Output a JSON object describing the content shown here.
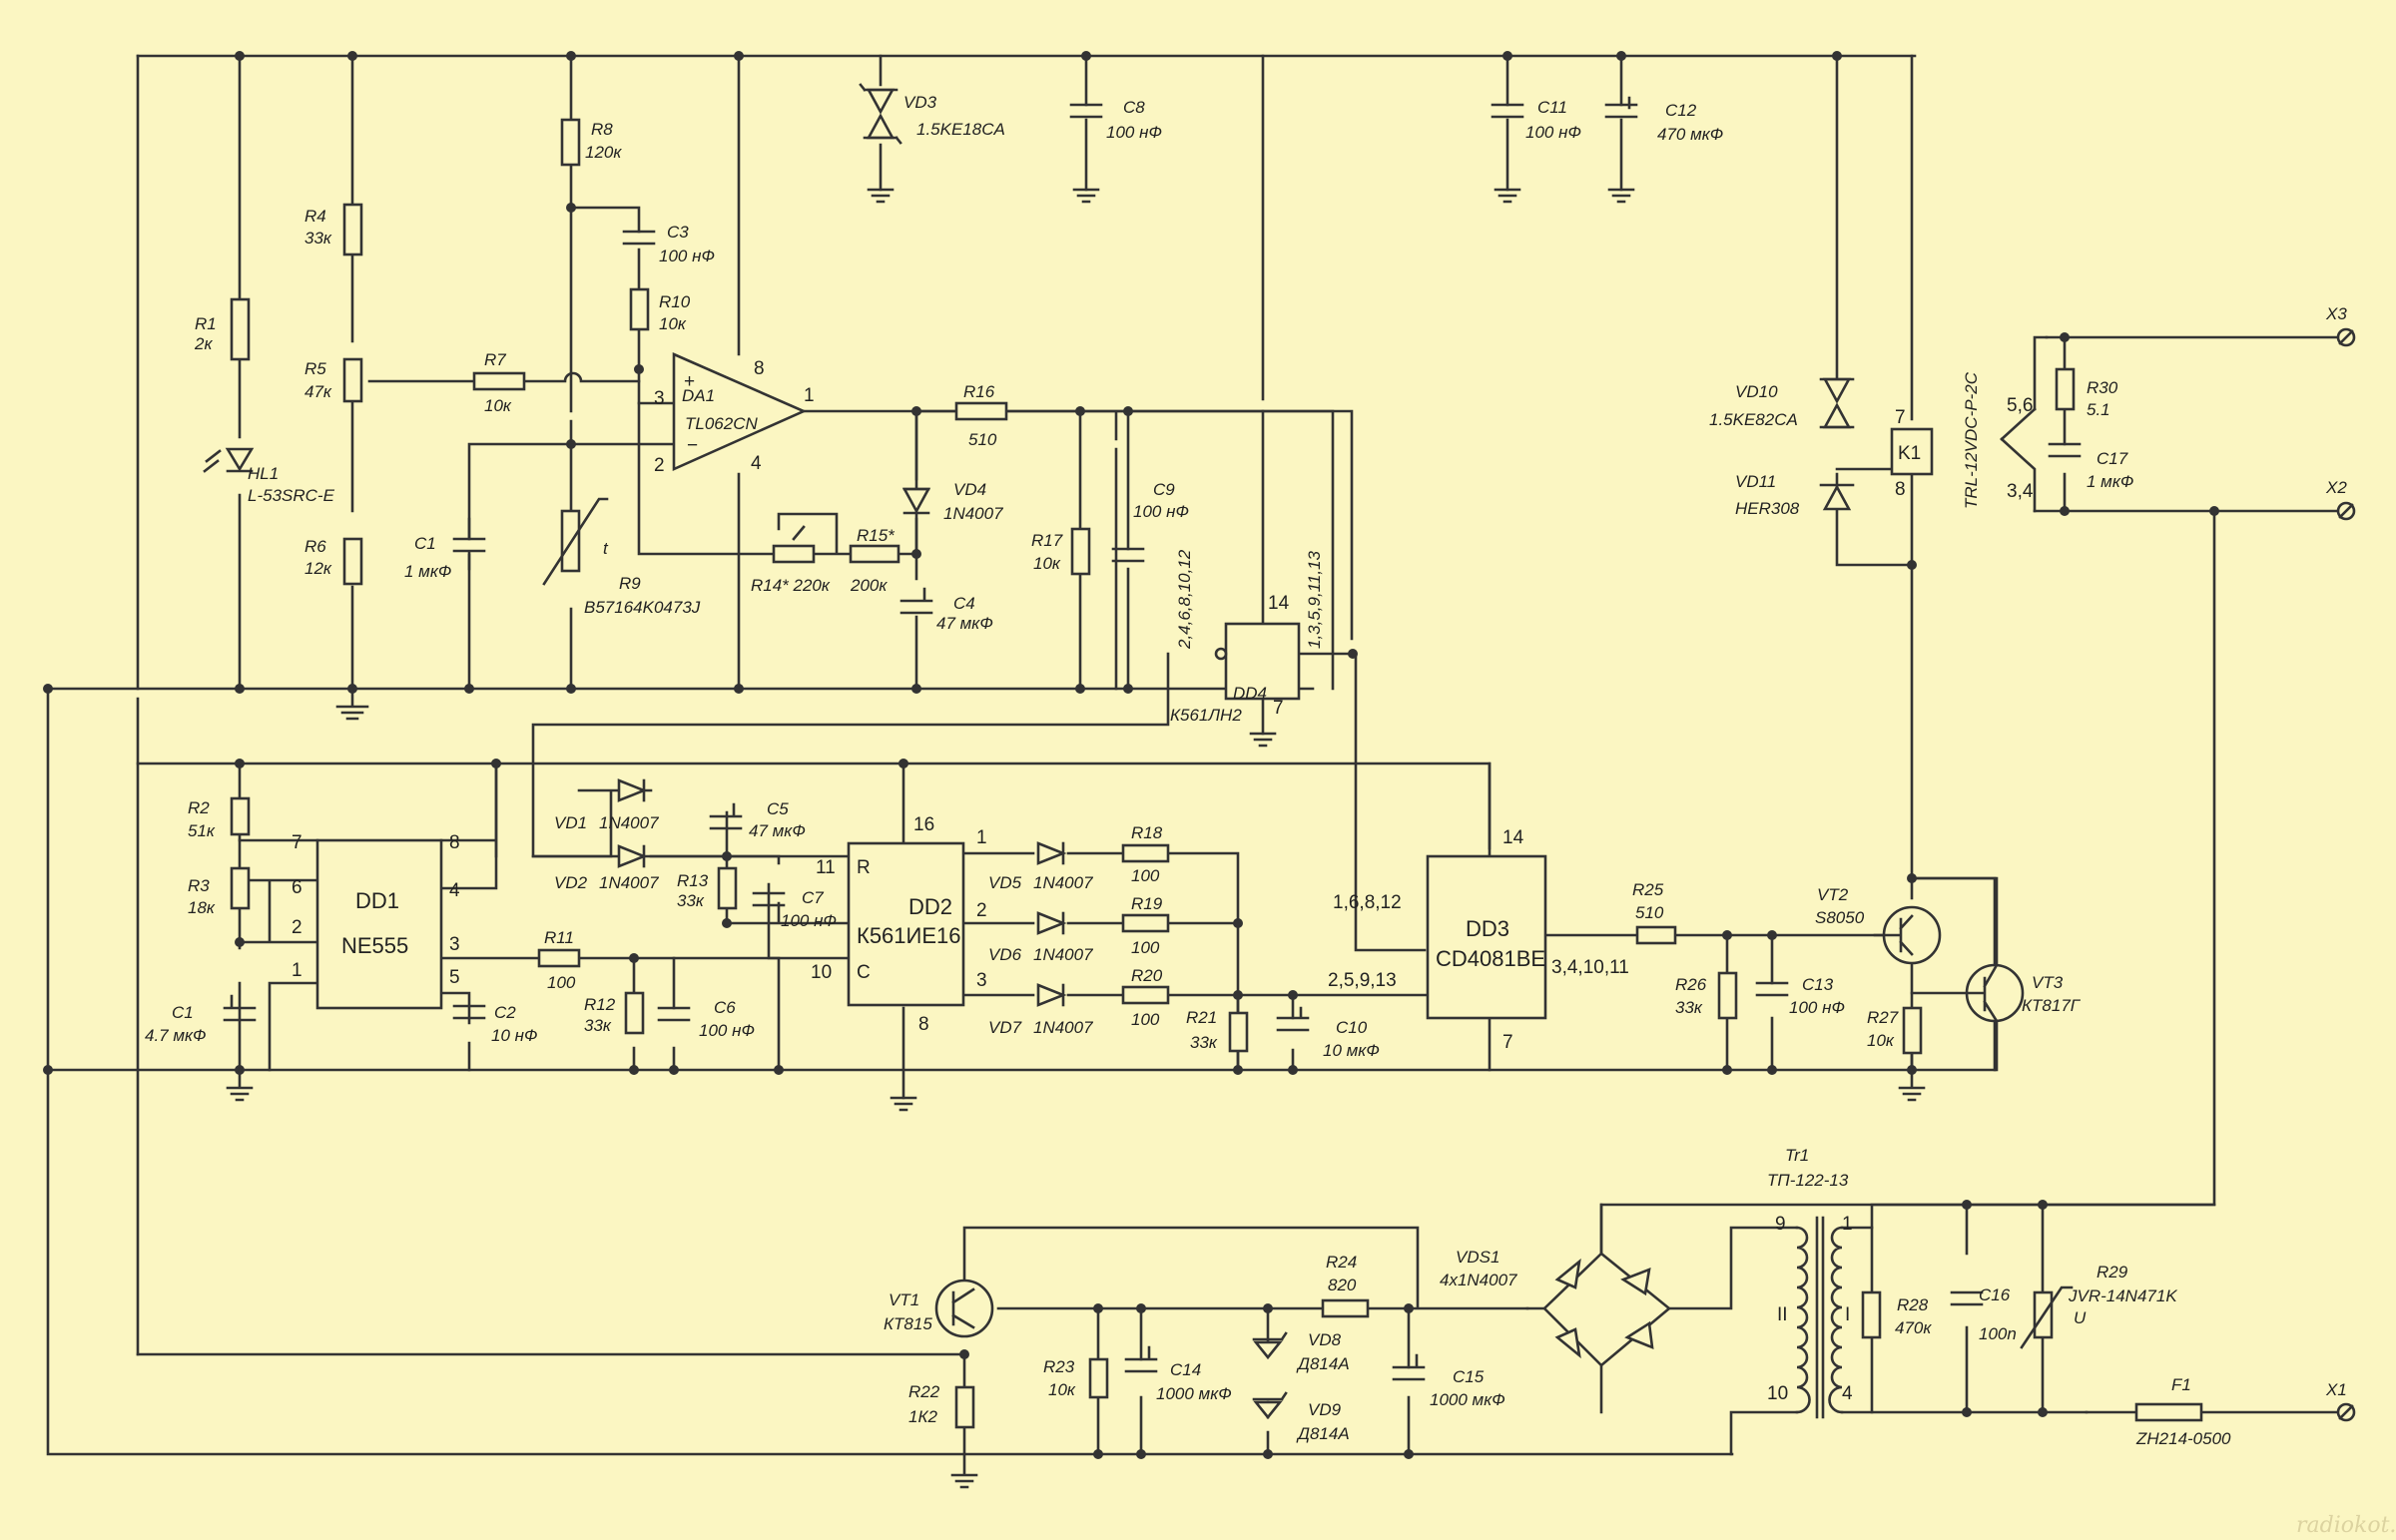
{
  "components": {
    "R1": [
      "R1",
      "2к"
    ],
    "R2": [
      "R2",
      "51к"
    ],
    "R3": [
      "R3",
      "18к"
    ],
    "R4": [
      "R4",
      "33к"
    ],
    "R5": [
      "R5",
      "47к"
    ],
    "R6": [
      "R6",
      "12к"
    ],
    "R7": [
      "R7",
      "10к"
    ],
    "R8": [
      "R8",
      "120к"
    ],
    "R9": [
      "R9",
      "B57164K0473J"
    ],
    "R10": [
      "R10",
      "10к"
    ],
    "R11": [
      "R11",
      "100"
    ],
    "R12": [
      "R12",
      "33к"
    ],
    "R13": [
      "R13",
      "33к"
    ],
    "R14": [
      "R14* 220к"
    ],
    "R15": [
      "R15*",
      "200к"
    ],
    "R16": [
      "R16",
      "510"
    ],
    "R17": [
      "R17",
      "10к"
    ],
    "R18": [
      "R18",
      "100"
    ],
    "R19": [
      "R19",
      "100"
    ],
    "R20": [
      "R20",
      "100"
    ],
    "R21": [
      "R21",
      "33к"
    ],
    "R22": [
      "R22",
      "1К2"
    ],
    "R23": [
      "R23",
      "10к"
    ],
    "R24": [
      "R24",
      "820"
    ],
    "R25": [
      "R25",
      "510"
    ],
    "R26": [
      "R26",
      "33к"
    ],
    "R27": [
      "R27",
      "10к"
    ],
    "R28": [
      "R28",
      "470к"
    ],
    "R29": [
      "R29",
      "JVR-14N471K"
    ],
    "R30": [
      "R30",
      "5.1"
    ],
    "C1a": [
      "C1",
      "1 мкФ"
    ],
    "C1b": [
      "C1",
      "4.7 мкФ"
    ],
    "C2": [
      "C2",
      "10 нФ"
    ],
    "C3": [
      "C3",
      "100 нФ"
    ],
    "C4": [
      "C4",
      "47 мкФ"
    ],
    "C5": [
      "C5",
      "47 мкФ"
    ],
    "C6": [
      "C6",
      "100 нФ"
    ],
    "C7": [
      "C7",
      "100 нФ"
    ],
    "C8": [
      "C8",
      "100 нФ"
    ],
    "C9": [
      "C9",
      "100 нФ"
    ],
    "C10": [
      "C10",
      "10 мкФ"
    ],
    "C11": [
      "C11",
      "100 нФ"
    ],
    "C12": [
      "C12",
      "470 мкФ"
    ],
    "C13": [
      "C13",
      "100 нФ"
    ],
    "C14": [
      "C14",
      "1000 мкФ"
    ],
    "C15": [
      "C15",
      "1000 мкФ"
    ],
    "C16": [
      "C16",
      "100n"
    ],
    "C17": [
      "C17",
      "1 мкФ"
    ],
    "VD1": [
      "VD1",
      "1N4007"
    ],
    "VD2": [
      "VD2",
      "1N4007"
    ],
    "VD3": [
      "VD3",
      "1.5KE18CA"
    ],
    "VD4": [
      "VD4",
      "1N4007"
    ],
    "VD5": [
      "VD5",
      "1N4007"
    ],
    "VD6": [
      "VD6",
      "1N4007"
    ],
    "VD7": [
      "VD7",
      "1N4007"
    ],
    "VD8": [
      "VD8",
      "Д814А"
    ],
    "VD9": [
      "VD9",
      "Д814А"
    ],
    "VD10": [
      "VD10",
      "1.5KE82CA"
    ],
    "VD11": [
      "VD11",
      "HER308"
    ],
    "VDS1": [
      "VDS1",
      "4x1N4007"
    ],
    "HL1": [
      "HL1",
      "L-53SRC-E"
    ],
    "VT1": [
      "VT1",
      "КТ815"
    ],
    "VT2": [
      "VT2",
      "S8050"
    ],
    "VT3": [
      "VT3",
      "КТ817Г"
    ],
    "Tr1": [
      "Tr1",
      "ТП-122-13"
    ],
    "F1": [
      "F1",
      "ZH214-0500"
    ],
    "DA1": [
      "DA1",
      "TL062CN"
    ],
    "DD1": [
      "DD1",
      "NE555"
    ],
    "DD2": [
      "DD2",
      "К561ИЕ16"
    ],
    "DD3": [
      "DD3",
      "CD4081BE"
    ],
    "DD4": [
      "DD4",
      "К561ЛН2"
    ],
    "K1": [
      "K1"
    ],
    "relay": [
      "TRL-12VDC-P-2C"
    ]
  },
  "pins": {
    "da1_plus": "3",
    "da1_minus": "2",
    "da1_out": "1",
    "da1_v": "8",
    "da1_g": "4",
    "dd1_7": "7",
    "dd1_6": "6",
    "dd1_2": "2",
    "dd1_1": "1",
    "dd1_8": "8",
    "dd1_4": "4",
    "dd1_3": "3",
    "dd1_5": "5",
    "dd2_R": "R",
    "dd2_C": "C",
    "dd2_11": "11",
    "dd2_10": "10",
    "dd2_16": "16",
    "dd2_8": "8",
    "dd2_1": "1",
    "dd2_2": "2",
    "dd2_3": "3",
    "dd3_in1": "1,6,8,12",
    "dd3_in2": "2,5,9,13",
    "dd3_out": "3,4,10,11",
    "dd3_14": "14",
    "dd3_7": "7",
    "dd4_in": "2,4,6,8,10,12",
    "dd4_out": "1,3,5,9,11,13",
    "dd4_14": "14",
    "dd4_7": "7",
    "k1_7": "7",
    "k1_8": "8",
    "sw_56": "5,6",
    "sw_34": "3,4",
    "tr_9": "9",
    "tr_10": "10",
    "tr_1": "1",
    "tr_4": "4",
    "tr_II": "II",
    "tr_I": "I",
    "t_sym": "t",
    "u_sym": "U"
  },
  "terminals": {
    "x1": "X1",
    "x2": "X2",
    "x3": "X3"
  },
  "watermark": "radiokot.ru"
}
